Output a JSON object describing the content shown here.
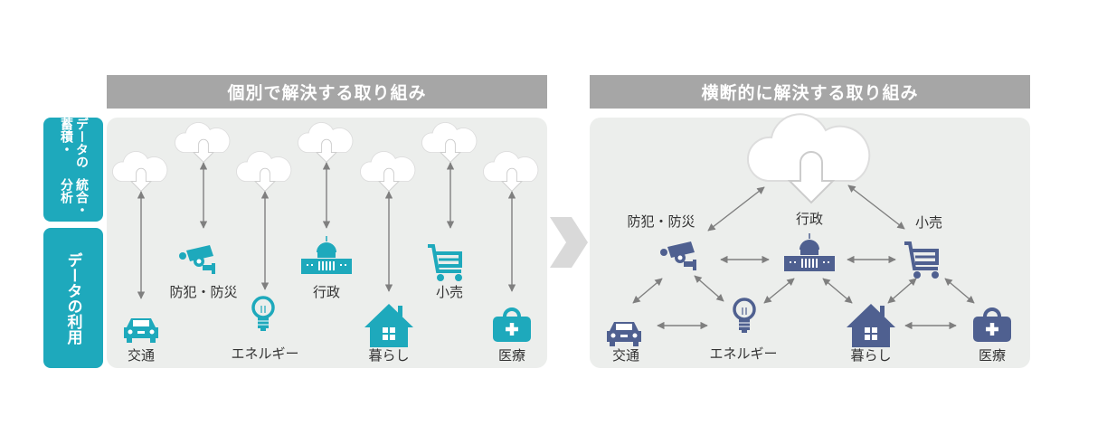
{
  "left": {
    "header": "個別で解決する取り組み",
    "side_labels": {
      "top_line1": "データの蓄積・",
      "top_line2": "統合・分析",
      "bottom": "データの利用"
    },
    "labels": {
      "traffic": "交通",
      "security": "防犯・防災",
      "energy": "エネルギー",
      "government": "行政",
      "living": "暮らし",
      "retail": "小売",
      "medical": "医療"
    }
  },
  "right": {
    "header": "横断的に解決する取り組み",
    "labels": {
      "traffic": "交通",
      "security": "防犯・防災",
      "energy": "エネルギー",
      "government": "行政",
      "living": "暮らし",
      "retail": "小売",
      "medical": "医療"
    }
  },
  "colors": {
    "teal": "#1ea9bc",
    "navy": "#4f6090",
    "header_gray": "#a6a6a6",
    "panel_bg": "#eceeec",
    "arrow": "#7f7f7f"
  }
}
